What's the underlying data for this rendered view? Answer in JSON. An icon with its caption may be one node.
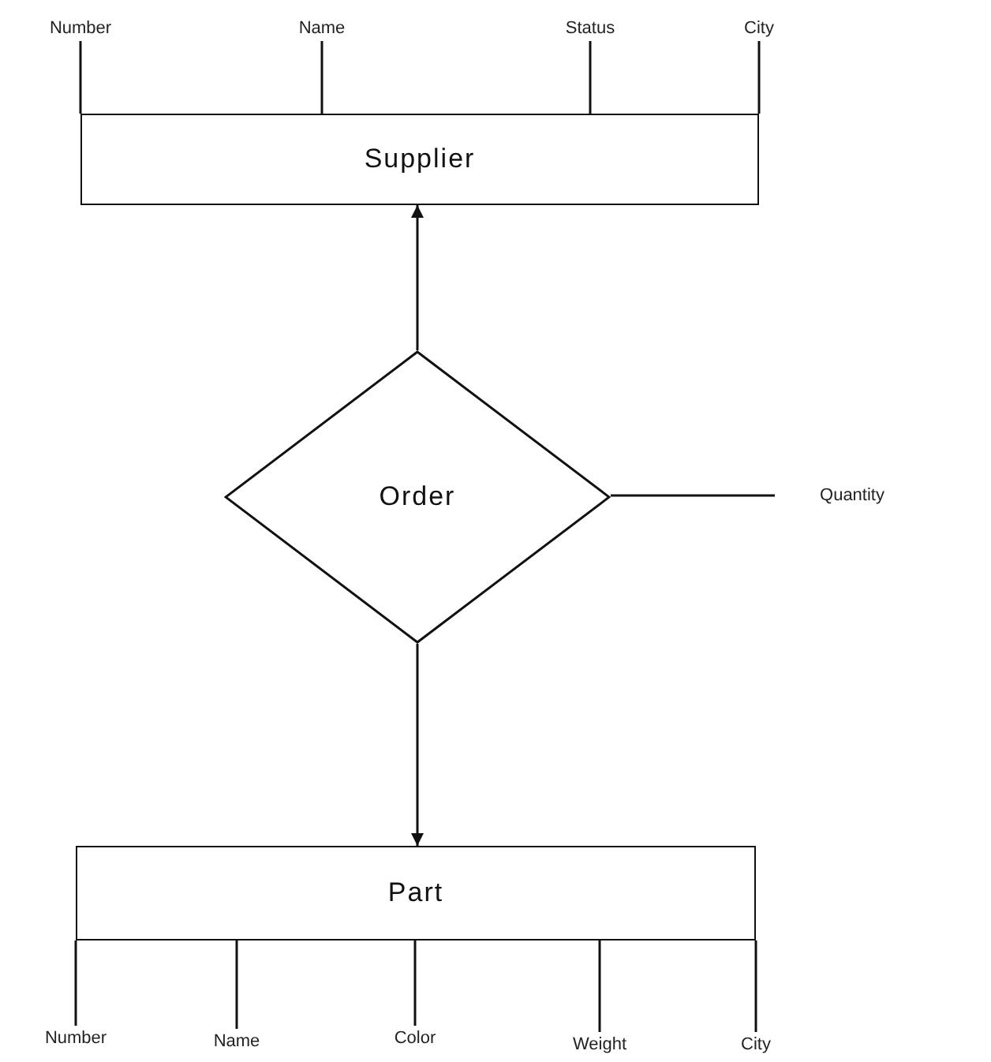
{
  "diagram": {
    "nodes": [
      {
        "text": [
          "Supplier"
        ]
      },
      {
        "text": [
          "Order"
        ]
      },
      {
        "text": [
          "Part"
        ]
      },
      {
        "text": [
          "Number"
        ]
      },
      {
        "text": [
          "Name"
        ]
      },
      {
        "text": [
          "Status"
        ]
      },
      {
        "text": [
          "City"
        ]
      },
      {
        "text": [
          "Quantity"
        ]
      },
      {
        "text": [
          "Number"
        ]
      },
      {
        "text": [
          "Name"
        ]
      },
      {
        "text": [
          "Color"
        ]
      },
      {
        "text": [
          "Weight"
        ]
      },
      {
        "text": [
          "City"
        ]
      }
    ],
    "edges": [
      {
        "from": 1,
        "to": 0,
        "arrow": "to"
      },
      {
        "from": 1,
        "to": 2,
        "arrow": "to"
      },
      {
        "from": 0,
        "to": 3,
        "arrow": "none"
      },
      {
        "from": 0,
        "to": 4,
        "arrow": "none"
      },
      {
        "from": 0,
        "to": 5,
        "arrow": "none"
      },
      {
        "from": 0,
        "to": 6,
        "arrow": "none"
      },
      {
        "from": 1,
        "to": 7,
        "arrow": "none"
      },
      {
        "from": 2,
        "to": 8,
        "arrow": "none"
      },
      {
        "from": 2,
        "to": 9,
        "arrow": "none"
      },
      {
        "from": 2,
        "to": 10,
        "arrow": "none"
      },
      {
        "from": 2,
        "to": 11,
        "arrow": "none"
      },
      {
        "from": 2,
        "to": 12,
        "arrow": "none"
      }
    ]
  }
}
